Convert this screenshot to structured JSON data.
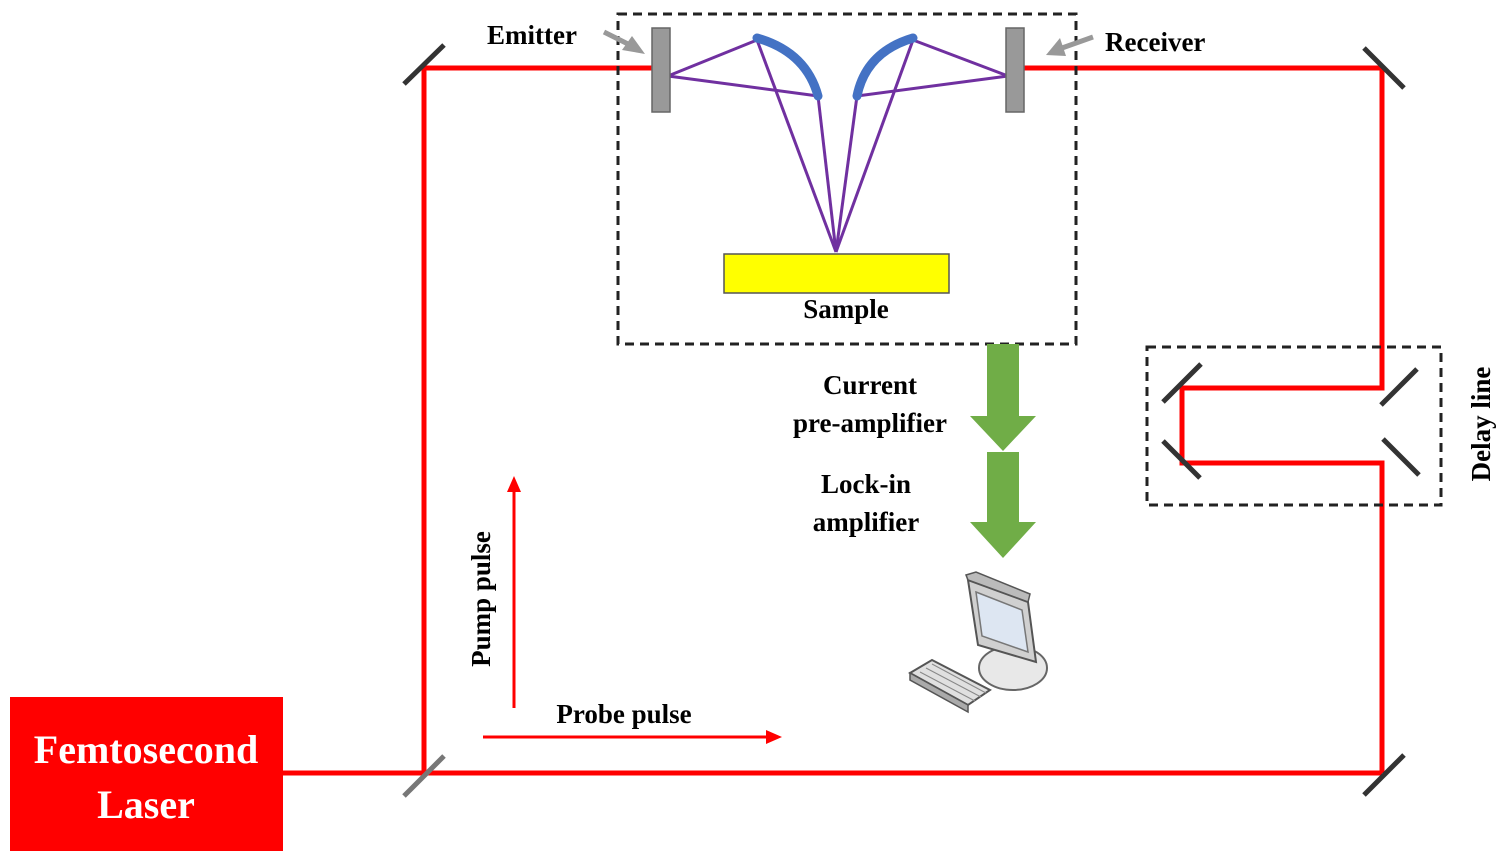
{
  "labels": {
    "emitter": "Emitter",
    "receiver": "Receiver",
    "sample": "Sample",
    "current_line1": "Current",
    "current_line2": "pre-amplifier",
    "lockin_line1": "Lock-in",
    "lockin_line2": "amplifier",
    "pump_pulse": "Pump pulse",
    "probe_pulse": "Probe pulse",
    "delay_line": "Delay line",
    "laser_line1": "Femtosecond",
    "laser_line2": "Laser"
  },
  "colors": {
    "beam": "#ff0000",
    "thz": "#7030a0",
    "mirror": "#333333",
    "antenna": "#999999",
    "parabolic": "#4472c4",
    "sample": "#ffff00",
    "flow_arrow": "#70ad47",
    "laser_box": "#ff0000"
  },
  "icons": [
    "computer-icon"
  ]
}
